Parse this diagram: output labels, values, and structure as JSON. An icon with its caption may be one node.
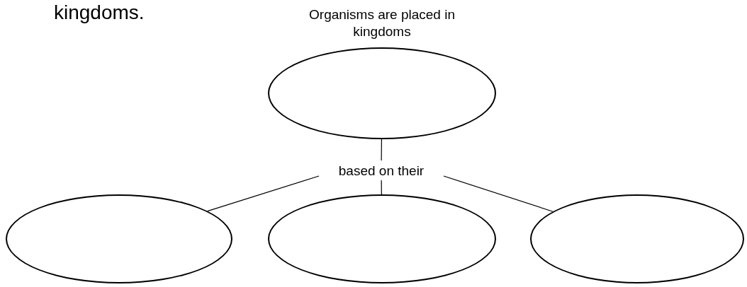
{
  "diagram": {
    "nodes": [
      {
        "text": [
          "Organisms are placed in kingdoms"
        ]
      },
      {
        "text": [
          "based on their"
        ]
      },
      {
        "text": [],
        "shape": "ellipse"
      },
      {
        "text": [],
        "shape": "ellipse"
      },
      {
        "text": [],
        "shape": "ellipse"
      }
    ],
    "edges": [
      {
        "from": 0,
        "to": 1,
        "arrow": "none"
      },
      {
        "from": 1,
        "to": 2,
        "arrow": "none"
      },
      {
        "from": 1,
        "to": 3,
        "arrow": "none"
      },
      {
        "from": 1,
        "to": 4,
        "arrow": "none"
      }
    ],
    "labels": [
      "kingdoms."
    ]
  }
}
